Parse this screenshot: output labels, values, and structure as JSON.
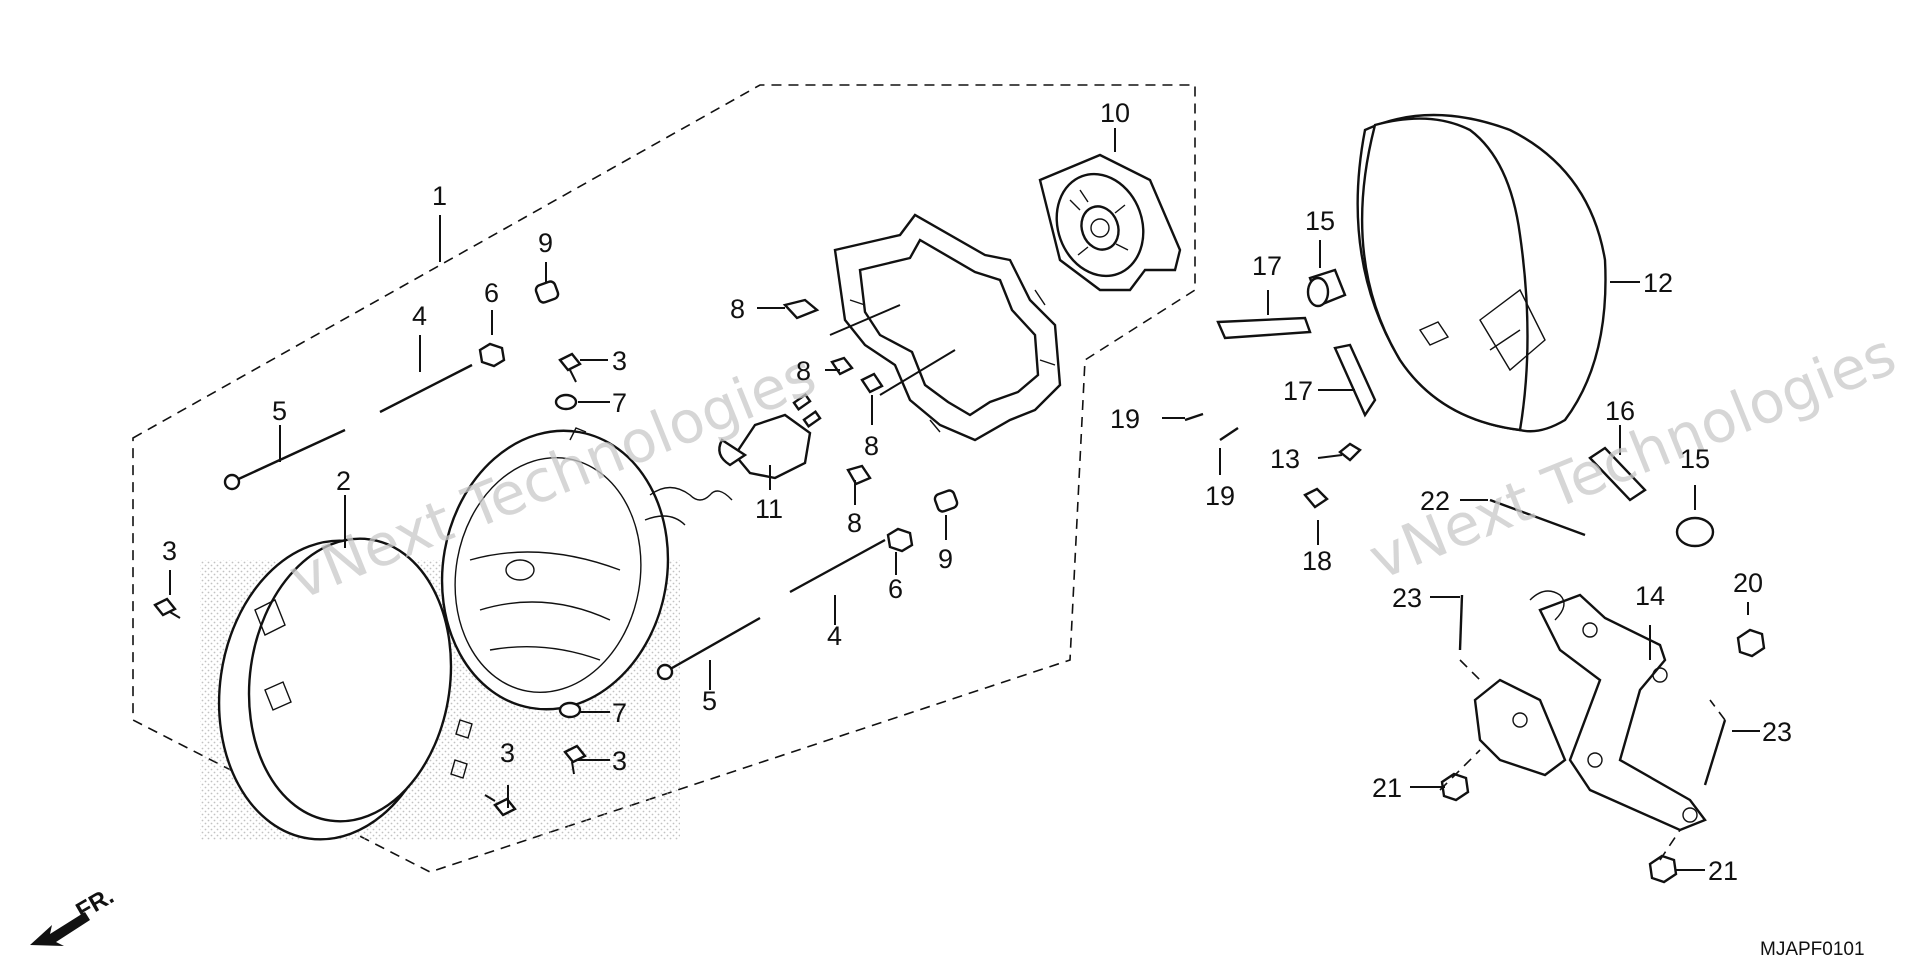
{
  "diagram": {
    "code": "MJAPF0101",
    "direction_label": "FR.",
    "watermark": "vNext Technologies",
    "callouts": [
      {
        "id": "c1",
        "text": "1"
      },
      {
        "id": "c2",
        "text": "2"
      },
      {
        "id": "c3a",
        "text": "3"
      },
      {
        "id": "c3b",
        "text": "3"
      },
      {
        "id": "c3c",
        "text": "3"
      },
      {
        "id": "c3d",
        "text": "3"
      },
      {
        "id": "c4a",
        "text": "4"
      },
      {
        "id": "c4b",
        "text": "4"
      },
      {
        "id": "c5a",
        "text": "5"
      },
      {
        "id": "c5b",
        "text": "5"
      },
      {
        "id": "c6a",
        "text": "6"
      },
      {
        "id": "c6b",
        "text": "6"
      },
      {
        "id": "c7a",
        "text": "7"
      },
      {
        "id": "c7b",
        "text": "7"
      },
      {
        "id": "c8a",
        "text": "8"
      },
      {
        "id": "c8b",
        "text": "8"
      },
      {
        "id": "c8c",
        "text": "8"
      },
      {
        "id": "c8d",
        "text": "8"
      },
      {
        "id": "c9a",
        "text": "9"
      },
      {
        "id": "c9b",
        "text": "9"
      },
      {
        "id": "c10",
        "text": "10"
      },
      {
        "id": "c11",
        "text": "11"
      },
      {
        "id": "c12",
        "text": "12"
      },
      {
        "id": "c13",
        "text": "13"
      },
      {
        "id": "c14",
        "text": "14"
      },
      {
        "id": "c15a",
        "text": "15"
      },
      {
        "id": "c15b",
        "text": "15"
      },
      {
        "id": "c16",
        "text": "16"
      },
      {
        "id": "c17a",
        "text": "17"
      },
      {
        "id": "c17b",
        "text": "17"
      },
      {
        "id": "c18",
        "text": "18"
      },
      {
        "id": "c19a",
        "text": "19"
      },
      {
        "id": "c19b",
        "text": "19"
      },
      {
        "id": "c20",
        "text": "20"
      },
      {
        "id": "c21a",
        "text": "21"
      },
      {
        "id": "c21b",
        "text": "21"
      },
      {
        "id": "c22",
        "text": "22"
      },
      {
        "id": "c23a",
        "text": "23"
      },
      {
        "id": "c23b",
        "text": "23"
      }
    ]
  }
}
